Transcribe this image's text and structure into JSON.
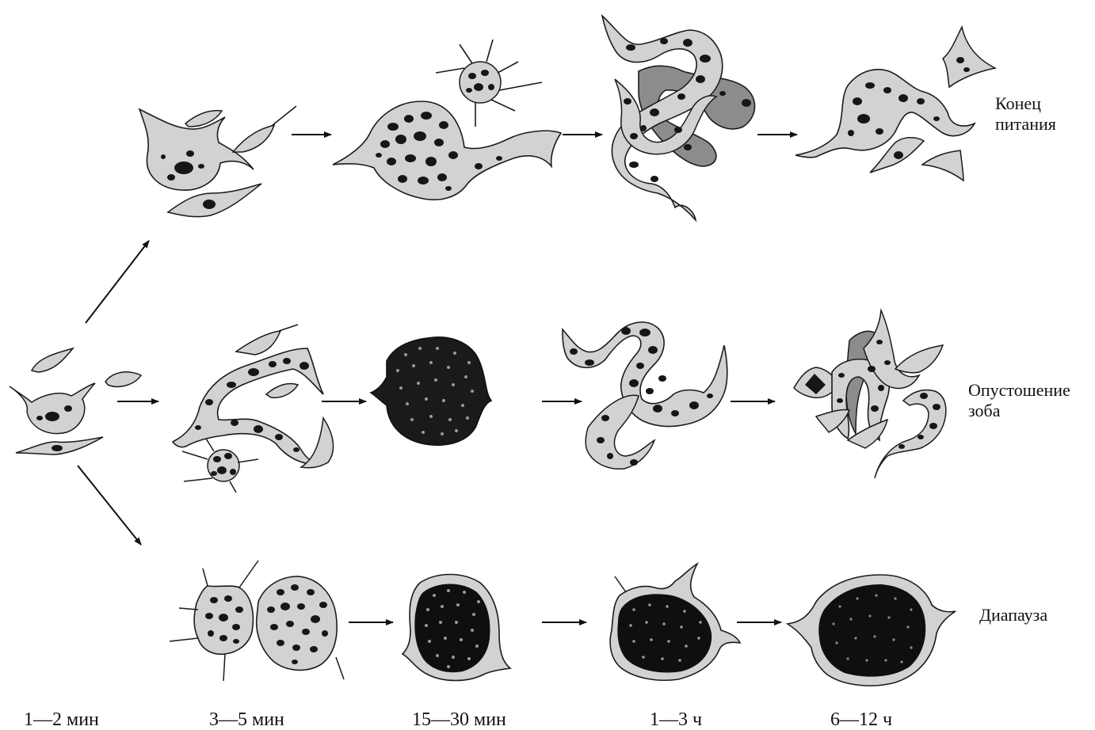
{
  "outcomes": {
    "feeding_end": [
      "Конец",
      "питания"
    ],
    "crop_emptying": [
      "Опустошение",
      "зоба"
    ],
    "diapause": "Диапауза"
  },
  "timepoints": [
    "1—2 мин",
    "3—5 мин",
    "15—30 мин",
    "1—3 ч",
    "6—12 ч"
  ],
  "colors": {
    "cytoplasm": "#d2d2d2",
    "inclusion": "#161616",
    "dense_mass": "#0f0f0f",
    "outline": "#1a1a1a",
    "shaded_cell": "#8c8c8c"
  }
}
